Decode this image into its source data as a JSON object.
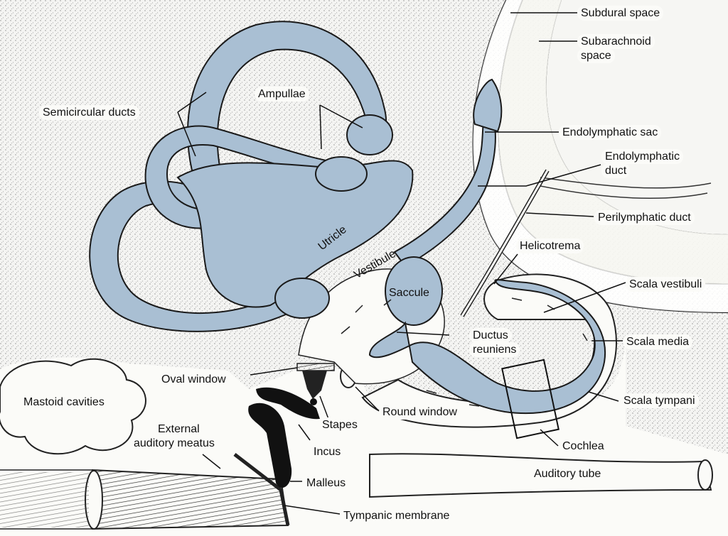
{
  "labels": {
    "subdural_space": "Subdural space",
    "subarachnoid_space_1": "Subarachnoid",
    "subarachnoid_space_2": "space",
    "semicircular_ducts": "Semicircular ducts",
    "ampullae": "Ampullae",
    "endolymphatic_sac": "Endolymphatic sac",
    "endolymphatic_duct_1": "Endolymphatic",
    "endolymphatic_duct_2": "duct",
    "perilymphatic_duct": "Perilymphatic duct",
    "helicotrema": "Helicotrema",
    "utricle": "Utricle",
    "vestibule": "Vestibule",
    "saccule": "Saccule",
    "scala_vestibuli": "Scala vestibuli",
    "ductus_reuniens_1": "Ductus",
    "ductus_reuniens_2": "reuniens",
    "scala_media": "Scala media",
    "oval_window": "Oval window",
    "scala_tympani": "Scala tympani",
    "mastoid_cavities": "Mastoid cavities",
    "round_window": "Round window",
    "stapes": "Stapes",
    "external_auditory_meatus_1": "External",
    "external_auditory_meatus_2": "auditory meatus",
    "incus": "Incus",
    "cochlea": "Cochlea",
    "auditory_tube": "Auditory tube",
    "malleus": "Malleus",
    "tympanic_membrane": "Tympanic membrane"
  },
  "colors": {
    "membranous_labyrinth": "#a9bfd3",
    "ossicles": "#111111",
    "bone_stipple": "#bdbdbd",
    "background": "#f4f4f2"
  }
}
